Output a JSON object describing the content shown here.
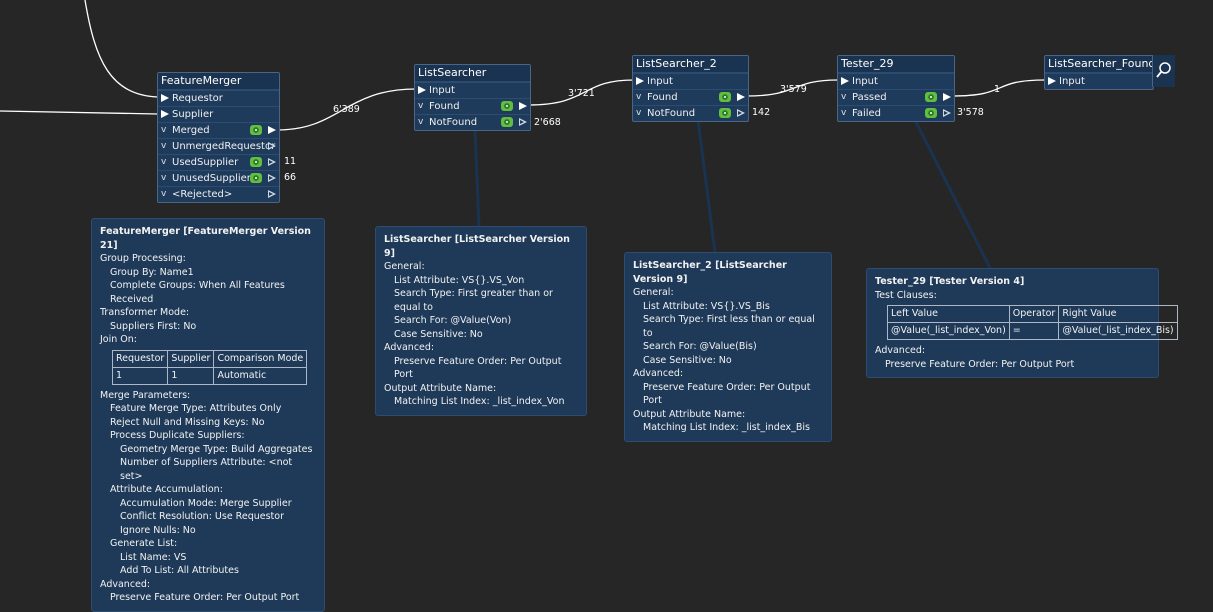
{
  "colors": {
    "canvas": "#262626",
    "node_body": "#1f3b5c",
    "node_title": "#1a3350",
    "eye_green": "#5fbf3f",
    "wire": "#ffffff"
  },
  "nodes": {
    "featuremerger": {
      "title": "FeatureMerger",
      "inputs": [
        "Requestor",
        "Supplier"
      ],
      "outputs": [
        {
          "label": "Merged",
          "icon": "eye-icon"
        },
        {
          "label": "UnmergedRequestor"
        },
        {
          "label": "UsedSupplier",
          "icon": "eye-icon"
        },
        {
          "label": "UnusedSupplier",
          "icon": "eye-icon"
        },
        {
          "label": "<Rejected>"
        }
      ]
    },
    "listsearcher": {
      "title": "ListSearcher",
      "inputs": [
        "Input"
      ],
      "outputs": [
        {
          "label": "Found"
        },
        {
          "label": "NotFound"
        }
      ]
    },
    "listsearcher_2": {
      "title": "ListSearcher_2",
      "inputs": [
        "Input"
      ],
      "outputs": [
        {
          "label": "Found"
        },
        {
          "label": "NotFound"
        }
      ]
    },
    "tester_29": {
      "title": "Tester_29",
      "inputs": [
        "Input"
      ],
      "outputs": [
        {
          "label": "Passed"
        },
        {
          "label": "Failed"
        }
      ]
    },
    "listsearcher_found": {
      "title": "ListSearcher_Found",
      "inputs": [
        "Input"
      ]
    }
  },
  "counts": {
    "merged": "6'389",
    "used_supplier": "11",
    "unused_supplier": "66",
    "ls_found": "3'721",
    "ls_notfound": "2'668",
    "ls2_found": "3'579",
    "ls2_notfound": "142",
    "t29_passed": "1",
    "t29_failed": "3'578"
  },
  "annotations": {
    "featuremerger": {
      "header": "FeatureMerger [FeatureMerger Version 21]",
      "lines_top": [
        {
          "t": "Group Processing:",
          "l": 0
        },
        {
          "t": "Group By: Name1",
          "l": 1
        },
        {
          "t": "Complete Groups: When All Features Received",
          "l": 1
        },
        {
          "t": "Transformer Mode:",
          "l": 0
        },
        {
          "t": "Suppliers First: No",
          "l": 1
        },
        {
          "t": "Join On:",
          "l": 0
        }
      ],
      "table": {
        "header": [
          "Requestor",
          "Supplier",
          "Comparison Mode"
        ],
        "rows": [
          [
            "1",
            "1",
            "Automatic"
          ]
        ]
      },
      "lines_bottom": [
        {
          "t": "Merge Parameters:",
          "l": 0
        },
        {
          "t": "Feature Merge Type: Attributes Only",
          "l": 1
        },
        {
          "t": "Reject Null and Missing Keys: No",
          "l": 1
        },
        {
          "t": "Process Duplicate Suppliers:",
          "l": 1
        },
        {
          "t": "Geometry Merge Type: Build Aggregates",
          "l": 2
        },
        {
          "t": "Number of Suppliers Attribute: <not set>",
          "l": 2
        },
        {
          "t": "Attribute Accumulation:",
          "l": 1
        },
        {
          "t": "Accumulation Mode: Merge Supplier",
          "l": 2
        },
        {
          "t": "Conflict Resolution: Use Requestor",
          "l": 2
        },
        {
          "t": "Ignore Nulls: No",
          "l": 2
        },
        {
          "t": "Generate List:",
          "l": 1
        },
        {
          "t": "List Name: VS",
          "l": 2
        },
        {
          "t": "Add To List: All Attributes",
          "l": 2
        },
        {
          "t": "Advanced:",
          "l": 0
        },
        {
          "t": "Preserve Feature Order: Per Output Port",
          "l": 1
        }
      ]
    },
    "listsearcher": {
      "header": "ListSearcher [ListSearcher Version 9]",
      "lines": [
        {
          "t": "General:",
          "l": 0
        },
        {
          "t": "List Attribute: VS{}.VS_Von",
          "l": 1
        },
        {
          "t": "Search Type: First greater than or equal to",
          "l": 1
        },
        {
          "t": "Search For: @Value(Von)",
          "l": 1
        },
        {
          "t": "Case Sensitive: No",
          "l": 1
        },
        {
          "t": "Advanced:",
          "l": 0
        },
        {
          "t": "Preserve Feature Order: Per Output Port",
          "l": 1
        },
        {
          "t": "Output Attribute Name:",
          "l": 0
        },
        {
          "t": "Matching List Index: _list_index_Von",
          "l": 1
        }
      ]
    },
    "listsearcher_2": {
      "header": "ListSearcher_2 [ListSearcher Version 9]",
      "lines": [
        {
          "t": "General:",
          "l": 0
        },
        {
          "t": "List Attribute: VS{}.VS_Bis",
          "l": 1
        },
        {
          "t": "Search Type: First less than or equal to",
          "l": 1
        },
        {
          "t": "Search For: @Value(Bis)",
          "l": 1
        },
        {
          "t": "Case Sensitive: No",
          "l": 1
        },
        {
          "t": "Advanced:",
          "l": 0
        },
        {
          "t": "Preserve Feature Order: Per Output Port",
          "l": 1
        },
        {
          "t": "Output Attribute Name:",
          "l": 0
        },
        {
          "t": "Matching List Index: _list_index_Bis",
          "l": 1
        }
      ]
    },
    "tester_29": {
      "header": "Tester_29 [Tester Version 4]",
      "lines_top": [
        {
          "t": "Test Clauses:",
          "l": 0
        }
      ],
      "table": {
        "header": [
          "Left Value",
          "Operator",
          "Right Value"
        ],
        "rows": [
          [
            "@Value(_list_index_Von)",
            "=",
            "@Value(_list_index_Bis)"
          ]
        ]
      },
      "lines_bottom": [
        {
          "t": "Advanced:",
          "l": 0
        },
        {
          "t": "Preserve Feature Order: Per Output Port",
          "l": 1
        }
      ]
    }
  }
}
